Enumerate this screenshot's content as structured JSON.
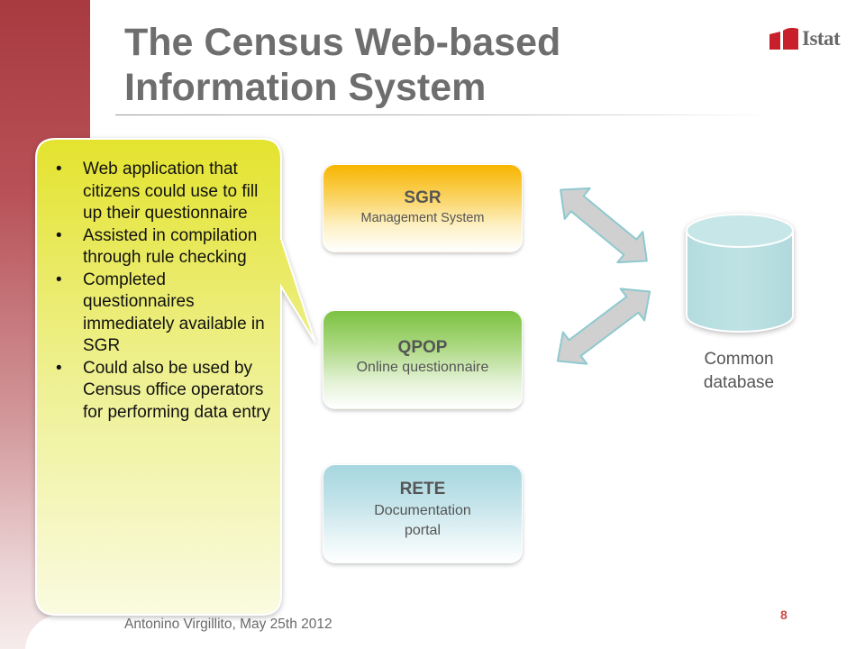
{
  "slide": {
    "title_line1": "The Census Web-based",
    "title_line2": "Information System",
    "logo_text": "Istat",
    "footer_author": "Antonino Virgillito, May 25th 2012",
    "page_number": "8"
  },
  "callout": {
    "bullet_glyph": "•",
    "bullets": [
      "Web application that citizens could use to fill up their questionnaire",
      "Assisted in compilation through rule checking",
      "Completed questionnaires immediately available in SGR",
      "Could also be used by Census office operators for performing data entry"
    ]
  },
  "boxes": {
    "sgr": {
      "title": "SGR",
      "subtitle": "Management System"
    },
    "qpop": {
      "title": "QPOP",
      "subtitle": "Online questionnaire"
    },
    "rete": {
      "title": "RETE",
      "subtitle": "Documentation portal"
    }
  },
  "database": {
    "label": "Common database"
  },
  "colors": {
    "band": "#a83a40",
    "logo_red": "#c8202a",
    "sgr_gradient_top": "#f7b500",
    "qpop_gradient_top": "#7cc242",
    "rete_gradient_top": "#a6d6df",
    "callout_top": "#e4e32e",
    "database_fill": "#b9dfe1",
    "arrow_fill": "#d0d0d0",
    "arrow_stroke": "#8ec9cf",
    "page_number": "#d14a45"
  }
}
